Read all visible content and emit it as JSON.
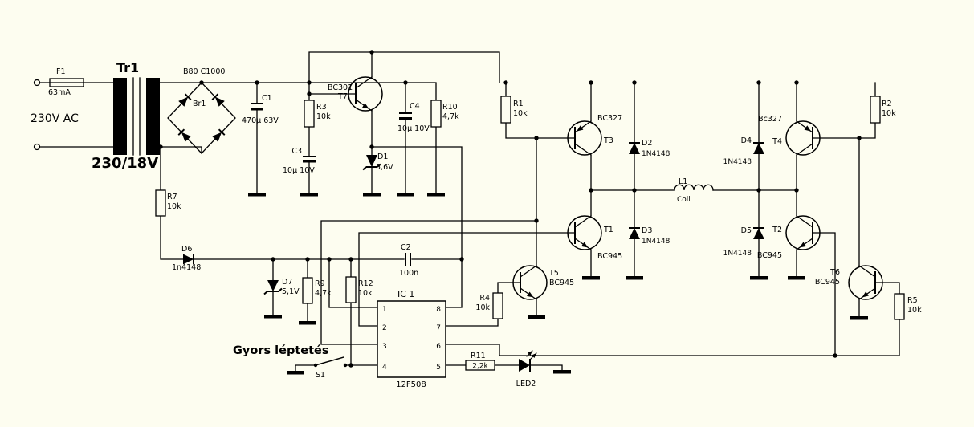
{
  "colors": {
    "background": "#fdfdf0",
    "stroke": "#000000"
  },
  "input": {
    "voltage": "230V AC",
    "fuse_ref": "F1",
    "fuse_value": "63mA"
  },
  "transformer": {
    "ref": "Tr1",
    "ratio": "230/18V"
  },
  "bridge": {
    "part": "B80 C1000",
    "ref": "Br1"
  },
  "capacitors": {
    "C1": {
      "ref": "C1",
      "value": "470µ 63V"
    },
    "C2": {
      "ref": "C2",
      "value": "100n"
    },
    "C3": {
      "ref": "C3",
      "value": "10µ 10V"
    },
    "C4": {
      "ref": "C4",
      "value": "10µ 10V"
    }
  },
  "resistors": {
    "R1": {
      "ref": "R1",
      "value": "10k"
    },
    "R2": {
      "ref": "R2",
      "value": "10k"
    },
    "R3": {
      "ref": "R3",
      "value": "10k"
    },
    "R4": {
      "ref": "R4",
      "value": "10k"
    },
    "R5": {
      "ref": "R5",
      "value": "10k"
    },
    "R7": {
      "ref": "R7",
      "value": "10k"
    },
    "R9": {
      "ref": "R9",
      "value": "4,7k"
    },
    "R10": {
      "ref": "R10",
      "value": "4,7k"
    },
    "R11": {
      "ref": "R11",
      "value": "2,2k"
    },
    "R12": {
      "ref": "R12",
      "value": "10k"
    }
  },
  "diodes": {
    "D1": {
      "ref": "D1",
      "value": "5,6V"
    },
    "D2": {
      "ref": "D2",
      "value": "1N4148"
    },
    "D3": {
      "ref": "D3",
      "value": "1N4148"
    },
    "D4": {
      "ref": "D4",
      "value": "1N4148"
    },
    "D5": {
      "ref": "D5",
      "value": "1N4148"
    },
    "D6": {
      "ref": "D6",
      "value": "1n4148"
    },
    "D7": {
      "ref": "D7",
      "value": "5,1V"
    }
  },
  "transistors": {
    "T1": {
      "ref": "T1",
      "part": "BC945"
    },
    "T2": {
      "ref": "T2",
      "part": "BC945"
    },
    "T3": {
      "ref": "T3",
      "part": "BC327"
    },
    "T4": {
      "ref": "T4",
      "part": "Bc327"
    },
    "T5": {
      "ref": "T5",
      "part": "BC945"
    },
    "T6": {
      "ref": "T6",
      "part": "BC945"
    },
    "T7": {
      "ref": "T7",
      "part": "BC301"
    }
  },
  "inductor": {
    "ref": "L1",
    "value": "Coil"
  },
  "ic": {
    "title": "IC 1",
    "part": "12F508",
    "pins_left": [
      "1",
      "2",
      "3",
      "4"
    ],
    "pins_right": [
      "8",
      "7",
      "6",
      "5"
    ]
  },
  "misc": {
    "switch_ref": "S1",
    "switch_note": "Gyors léptetés",
    "led_ref": "LED2"
  }
}
